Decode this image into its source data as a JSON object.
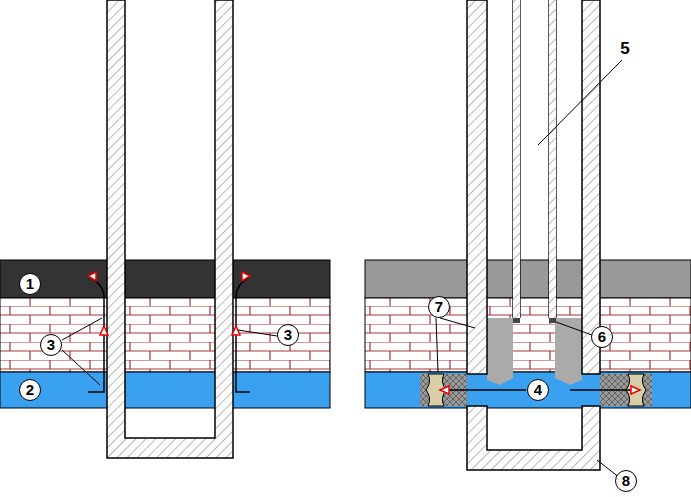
{
  "diagram": {
    "labels": [
      "1",
      "3",
      "2",
      "3",
      "5",
      "7",
      "6",
      "4",
      "8"
    ]
  }
}
